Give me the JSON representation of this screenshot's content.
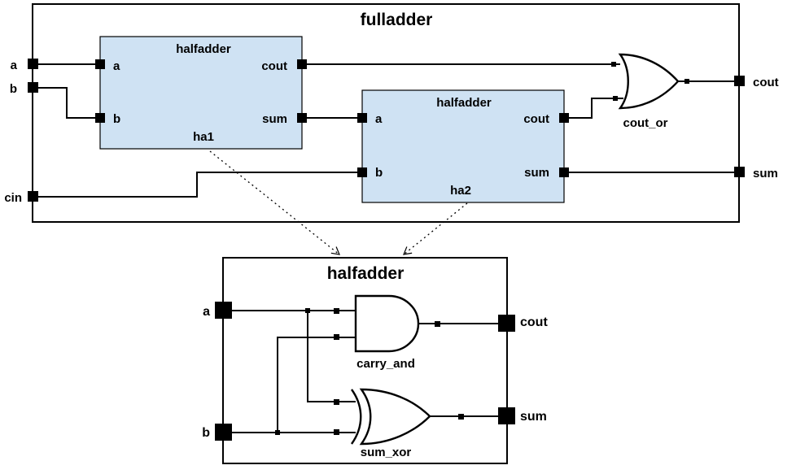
{
  "fulladder": {
    "title": "fulladder",
    "ports": {
      "a": "a",
      "b": "b",
      "cin": "cin",
      "cout": "cout",
      "sum": "sum"
    }
  },
  "ha1": {
    "type": "halfadder",
    "instance": "ha1",
    "ports": {
      "a": "a",
      "b": "b",
      "cout": "cout",
      "sum": "sum"
    }
  },
  "ha2": {
    "type": "halfadder",
    "instance": "ha2",
    "ports": {
      "a": "a",
      "b": "b",
      "cout": "cout",
      "sum": "sum"
    }
  },
  "cout_or": {
    "label": "cout_or"
  },
  "halfadder_detail": {
    "title": "halfadder",
    "ports": {
      "a": "a",
      "b": "b",
      "cout": "cout",
      "sum": "sum"
    },
    "carry_and": "carry_and",
    "sum_xor": "sum_xor"
  },
  "colors": {
    "block_fill": "#cfe2f3",
    "line": "#000000"
  }
}
